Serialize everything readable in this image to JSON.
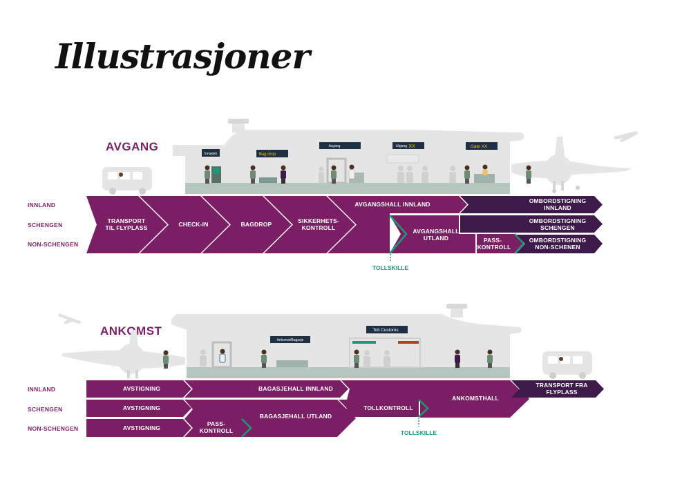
{
  "page": {
    "title": "Illustrasjoner"
  },
  "colors": {
    "purple": "#7a1f64",
    "dark_purple": "#3d1a4a",
    "green": "#1a9a78",
    "grey": "#e3e3e3",
    "floor": "#b4c6be"
  },
  "departure": {
    "heading": "AVGANG",
    "rows": [
      "INNLAND",
      "SCHENGEN",
      "NON-SCHENGEN"
    ],
    "steps": {
      "transport": [
        "TRANSPORT",
        "TIL FLYPLASS"
      ],
      "checkin": "CHECK-IN",
      "bagdrop": "BAGDROP",
      "security": [
        "SIKKERHETS-",
        "KONTROLL"
      ],
      "hall_domestic": "AVGANGSHALL INNLAND",
      "hall_intl": [
        "AVGANGSHALL",
        "UTLAND"
      ],
      "passport": [
        "PASS-",
        "KONTROLL"
      ],
      "boarding_domestic": [
        "OMBORDSTIGNING",
        "INNLAND"
      ],
      "boarding_schengen": [
        "OMBORDSTIGNING",
        "SCHENGEN"
      ],
      "boarding_nonschengen": [
        "OMBORDSTIGNING",
        "NON-SCHENEN"
      ]
    },
    "customs_label": "TOLLSKILLE",
    "signs": {
      "checkin": "Innsjekk",
      "bagdrop": "Bag drop",
      "security": "Avgang",
      "gate1": "Utgang",
      "gate1_code": "XX",
      "gate2": "Gate XX"
    }
  },
  "arrival": {
    "heading": "ANKOMST",
    "rows": [
      "INNLAND",
      "SCHENGEN",
      "NON-SCHENGEN"
    ],
    "steps": {
      "deboarding": "AVSTIGNING",
      "baggage_domestic": "BAGASJEHALL INNLAND",
      "baggage_intl": "BAGASJEHALL UTLAND",
      "passport": [
        "PASS-",
        "KONTROLL"
      ],
      "customs_control": "TOLLKONTROLL",
      "arrival_hall": "ANKOMSTHALL",
      "transport": [
        "TRANSPORT FRA",
        "FLYPLASS"
      ]
    },
    "customs_label": "TOLLSKILLE",
    "signs": {
      "baggage": "Ankomst/Bagasje",
      "customs": "Toll Customs"
    }
  }
}
